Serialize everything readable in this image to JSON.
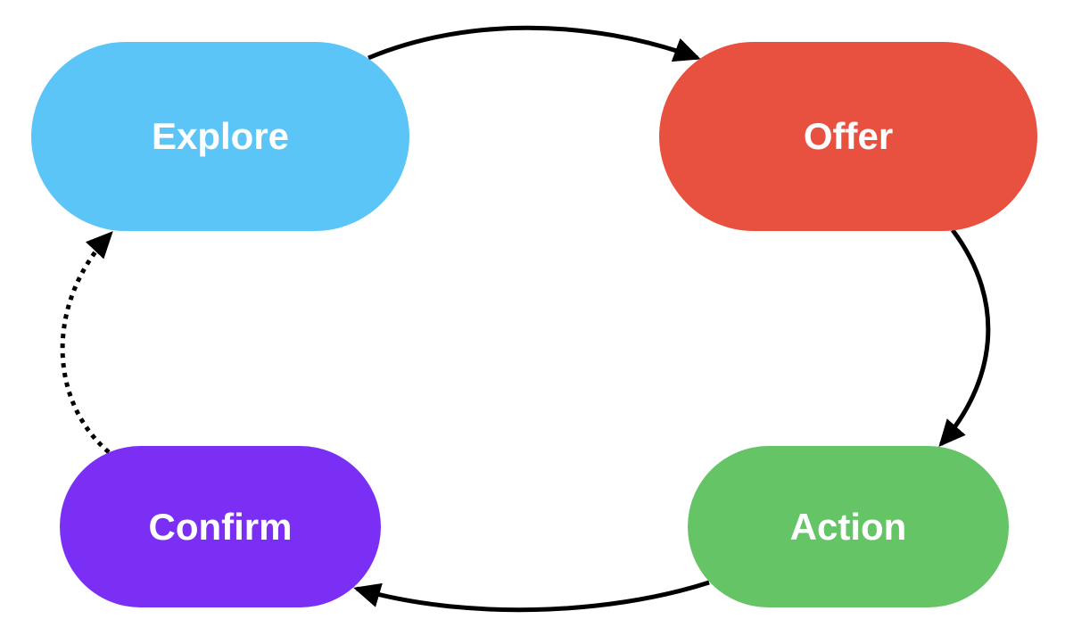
{
  "diagram": {
    "nodes": [
      {
        "id": "explore",
        "label": "Explore",
        "color": "#5bc5f8"
      },
      {
        "id": "offer",
        "label": "Offer",
        "color": "#e8503f"
      },
      {
        "id": "action",
        "label": "Action",
        "color": "#65c466"
      },
      {
        "id": "confirm",
        "label": "Confirm",
        "color": "#7b2ff5"
      }
    ],
    "edges": [
      {
        "from": "explore",
        "to": "offer",
        "style": "solid"
      },
      {
        "from": "offer",
        "to": "action",
        "style": "solid"
      },
      {
        "from": "action",
        "to": "confirm",
        "style": "solid"
      },
      {
        "from": "confirm",
        "to": "explore",
        "style": "dotted"
      }
    ]
  }
}
